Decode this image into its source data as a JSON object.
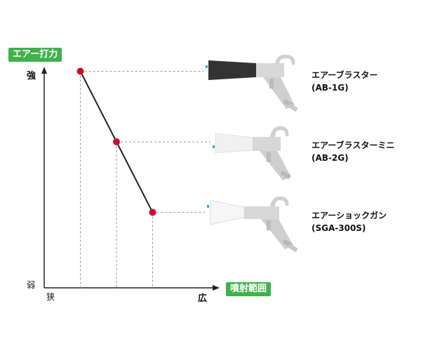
{
  "y_axis": {
    "badge": "エアー打力",
    "high": "強",
    "low": "弱"
  },
  "x_axis": {
    "badge": "噴射範囲",
    "low": "狭",
    "high": "広"
  },
  "chart_data": {
    "type": "line",
    "title": "",
    "xlabel": "噴射範囲",
    "ylabel": "エアー打力",
    "points": [
      {
        "x": 1,
        "y": 3,
        "product": "AB-1G"
      },
      {
        "x": 2,
        "y": 2,
        "product": "AB-2G"
      },
      {
        "x": 3,
        "y": 1,
        "product": "SGA-300S"
      }
    ],
    "xlim": [
      0,
      4
    ],
    "ylim": [
      0,
      4
    ],
    "grid": false,
    "legend": "none"
  },
  "products": [
    {
      "name": "エアーブラスター",
      "model": "(AB-1G)",
      "nozzle": "black-cone"
    },
    {
      "name": "エアーブラスターミニ",
      "model": "(AB-2G)",
      "nozzle": "white-cone"
    },
    {
      "name": "エアーショックガン",
      "model": "(SGA-300S)",
      "nozzle": "white-flare"
    }
  ],
  "colors": {
    "badge": "#3fb24a",
    "point": "#c8102e",
    "line": "#222222",
    "guide": "#9a9a9a",
    "tip": "#29a8e0"
  }
}
